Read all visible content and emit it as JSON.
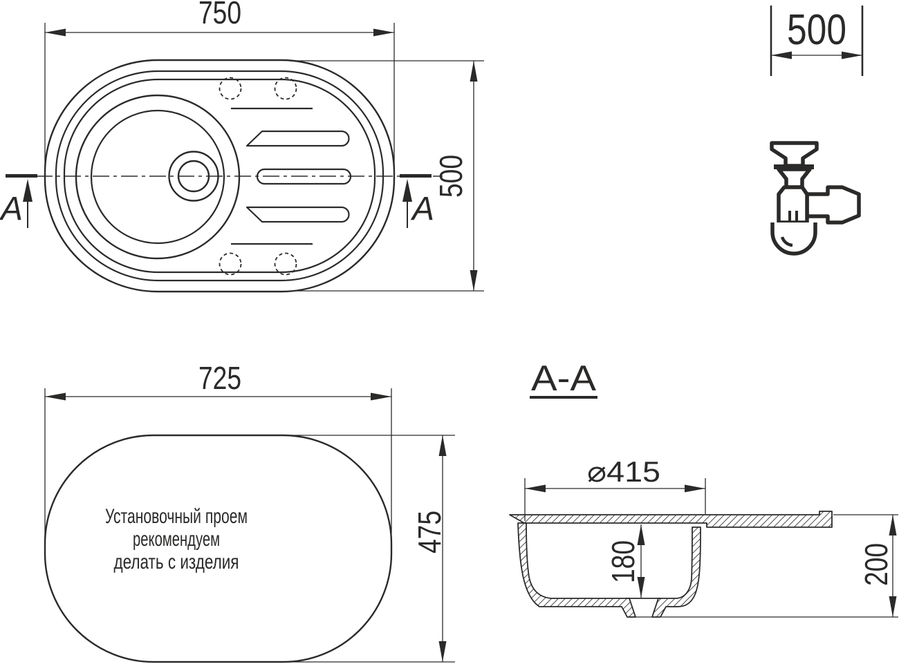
{
  "meta": {
    "line_color": "#2b2a29",
    "background_color": "#ffffff",
    "drawing_type": "kitchen sink dimensional drawing"
  },
  "top_view": {
    "width_dim": "750",
    "height_dim": "500",
    "section_letter": "A"
  },
  "cabinet_dim": {
    "width_dim": "500"
  },
  "siphon": {
    "icon": "siphon-bottle-trap-icon"
  },
  "cutout_view": {
    "width_dim": "725",
    "height_dim": "475",
    "note_line1": "Установочный проем",
    "note_line2": "рекомендуем",
    "note_line3": "делать с изделия"
  },
  "section_view": {
    "title": "A-A",
    "diameter_dim": "⌀415",
    "depth_dim": "180",
    "height_dim": "200"
  }
}
